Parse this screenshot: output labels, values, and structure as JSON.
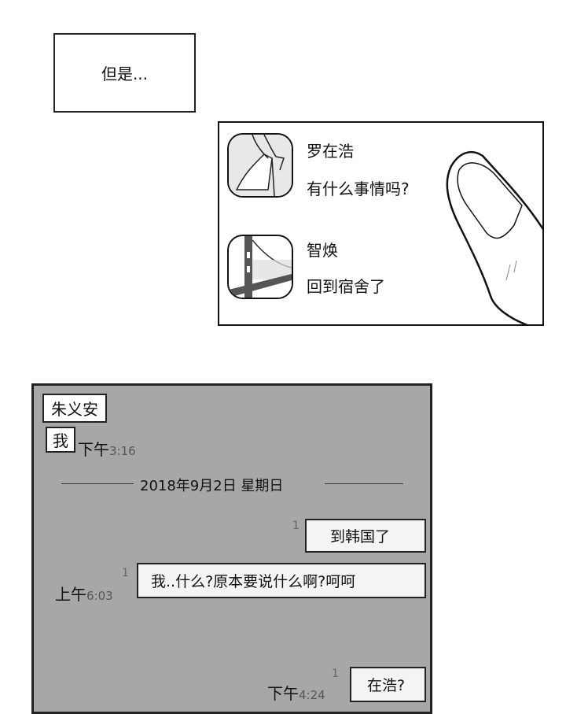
{
  "caption": "但是...",
  "notifications": [
    {
      "sender": "罗在浩",
      "message": "有什么事情吗?",
      "avatar_icon": "hands-photo"
    },
    {
      "sender": "智焕",
      "message": "回到宿舍了",
      "avatar_icon": "bridge-photo"
    }
  ],
  "chat": {
    "contact_name": "朱义安",
    "first_message": {
      "text": "我",
      "period": "下午",
      "time": "3:16"
    },
    "date_separator": "2018年9月2日 星期日",
    "messages": [
      {
        "text": "到韩国了",
        "read": "1",
        "period": "",
        "time": ""
      },
      {
        "text": "我..什么?原本要说什么啊?呵呵",
        "read": "1",
        "period": "上午",
        "time": "6:03"
      },
      {
        "text": "在浩?",
        "read": "1",
        "period": "下午",
        "time": "4:24"
      }
    ]
  }
}
